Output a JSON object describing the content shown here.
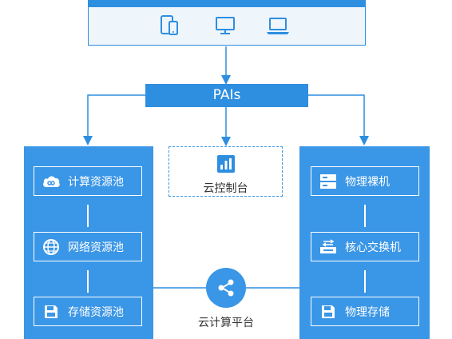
{
  "top": {
    "devices": [
      "tablet-icon",
      "desktop-icon",
      "laptop-icon"
    ]
  },
  "pais": {
    "label": "PAIs"
  },
  "left": {
    "items": [
      {
        "icon": "cloud-icon",
        "label": "计算资源池"
      },
      {
        "icon": "globe-icon",
        "label": "网络资源池"
      },
      {
        "icon": "floppy-icon",
        "label": "存储资源池"
      }
    ]
  },
  "right": {
    "items": [
      {
        "icon": "server-icon",
        "label": "物理裸机"
      },
      {
        "icon": "switch-icon",
        "label": "核心交换机"
      },
      {
        "icon": "floppy-icon",
        "label": "物理存储"
      }
    ]
  },
  "console": {
    "label": "云控制台",
    "icon": "bar-chart-icon"
  },
  "cloud_platform": {
    "label": "云计算平台",
    "icon": "share-icon"
  },
  "colors": {
    "primary": "#2e8ee0",
    "panel": "#3a96e6",
    "top_bg": "#eef6fc",
    "text": "#333333"
  }
}
